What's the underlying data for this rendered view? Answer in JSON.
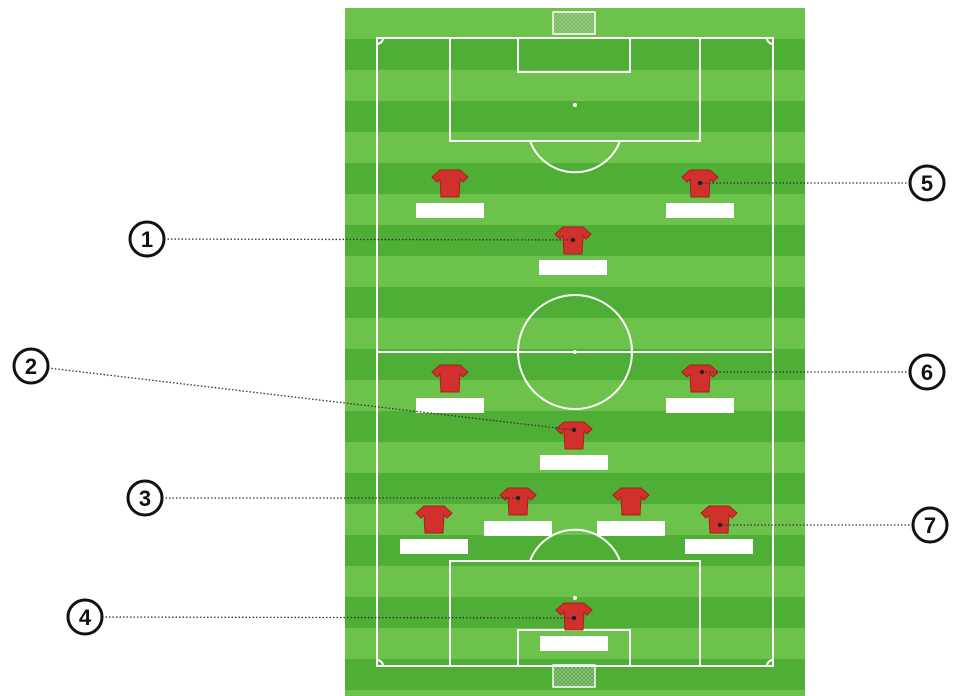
{
  "pitch": {
    "colors": {
      "stripe_light": "#6cc24a",
      "stripe_dark": "#4fae35",
      "lines": "#ffffff",
      "goal_net": "#dfe6df"
    }
  },
  "players": {
    "jersey_color": "#d0312d",
    "name_plate_color": "#ffffff",
    "items": [
      {
        "id": "p1"
      },
      {
        "id": "p2"
      },
      {
        "id": "p3"
      },
      {
        "id": "p4"
      },
      {
        "id": "p5"
      },
      {
        "id": "p6"
      },
      {
        "id": "p7"
      },
      {
        "id": "p8"
      },
      {
        "id": "p9"
      },
      {
        "id": "p10"
      },
      {
        "id": "p11"
      }
    ]
  },
  "callouts": [
    {
      "number": "1"
    },
    {
      "number": "2"
    },
    {
      "number": "3"
    },
    {
      "number": "4"
    },
    {
      "number": "5"
    },
    {
      "number": "6"
    },
    {
      "number": "7"
    }
  ]
}
